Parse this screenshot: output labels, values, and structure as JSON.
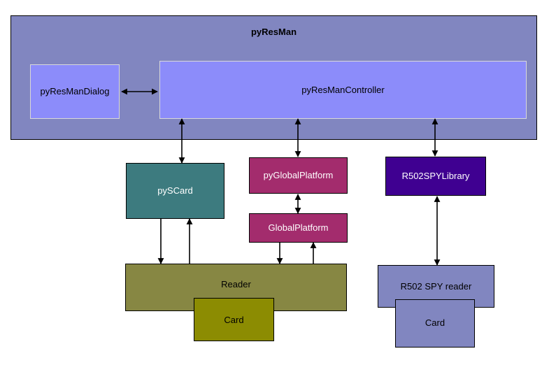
{
  "diagram": {
    "title": "pyResMan",
    "container": {
      "label": "pyResMan",
      "color": "#8186c0"
    },
    "nodes": [
      {
        "id": "pyResManDialog",
        "label": "pyResManDialog",
        "color": "#8c8cfa",
        "text_color": "#000000"
      },
      {
        "id": "pyResManController",
        "label": "pyResManController",
        "color": "#8c8cfa",
        "text_color": "#000000"
      },
      {
        "id": "pySCard",
        "label": "pySCard",
        "color": "#3d7b7f",
        "text_color": "#ffffff"
      },
      {
        "id": "pyGlobalPlatform",
        "label": "pyGlobalPlatform",
        "color": "#a32c6d",
        "text_color": "#ffffff"
      },
      {
        "id": "GlobalPlatform",
        "label": "GlobalPlatform",
        "color": "#a32c6d",
        "text_color": "#ffffff"
      },
      {
        "id": "R502SPYLibrary",
        "label": "R502SPYLibrary",
        "color": "#3f0091",
        "text_color": "#ffffff"
      },
      {
        "id": "Reader",
        "label": "Reader",
        "color": "#878743",
        "text_color": "#000000"
      },
      {
        "id": "ReaderCard",
        "label": "Card",
        "color": "#8c8c02",
        "text_color": "#000000"
      },
      {
        "id": "R502SPYReader",
        "label": "R502 SPY reader",
        "color": "#8186c0",
        "text_color": "#000000"
      },
      {
        "id": "R502Card",
        "label": "Card",
        "color": "#8186c0",
        "text_color": "#000000"
      }
    ],
    "edges": [
      {
        "from": "pyResManDialog",
        "to": "pyResManController",
        "style": "double",
        "orientation": "horizontal"
      },
      {
        "from": "pyResManController",
        "to": "pySCard",
        "style": "double",
        "orientation": "vertical"
      },
      {
        "from": "pyResManController",
        "to": "pyGlobalPlatform",
        "style": "double",
        "orientation": "vertical"
      },
      {
        "from": "pyResManController",
        "to": "R502SPYLibrary",
        "style": "double",
        "orientation": "vertical"
      },
      {
        "from": "pySCard",
        "to": "Reader",
        "style": "single-down",
        "orientation": "vertical"
      },
      {
        "from": "Reader",
        "to": "pySCard",
        "style": "single-up",
        "orientation": "vertical"
      },
      {
        "from": "pyGlobalPlatform",
        "to": "GlobalPlatform",
        "style": "double",
        "orientation": "vertical"
      },
      {
        "from": "GlobalPlatform",
        "to": "Reader",
        "style": "single-down",
        "orientation": "vertical"
      },
      {
        "from": "Reader",
        "to": "GlobalPlatform",
        "style": "single-up",
        "orientation": "vertical"
      },
      {
        "from": "R502SPYLibrary",
        "to": "R502SPYReader",
        "style": "double",
        "orientation": "vertical"
      }
    ]
  }
}
